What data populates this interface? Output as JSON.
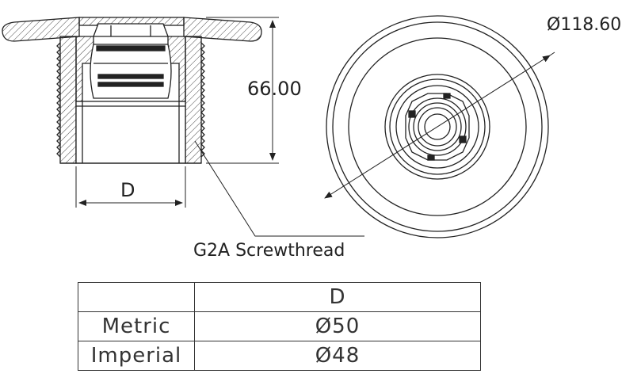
{
  "dimensions": {
    "height": "66.00",
    "outer_diameter": "Ø118.60",
    "bore": "D",
    "thread_callout": "G2A Screwthread"
  },
  "table": {
    "header": {
      "label": "",
      "value": "D"
    },
    "rows": [
      {
        "label": "Metric",
        "value": "Ø50"
      },
      {
        "label": "Imperial",
        "value": "Ø48"
      }
    ]
  }
}
